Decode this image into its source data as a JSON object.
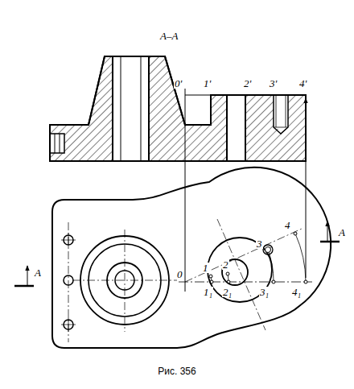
{
  "diagram": {
    "caption": "Рис. 356",
    "labels": [
      "А–А",
      "0'",
      "1'",
      "2'",
      "3'",
      "4'",
      "0",
      "1",
      "2",
      "3",
      "4",
      "1₁",
      "2₁",
      "3₁",
      "4₁",
      "А",
      "А"
    ]
  }
}
